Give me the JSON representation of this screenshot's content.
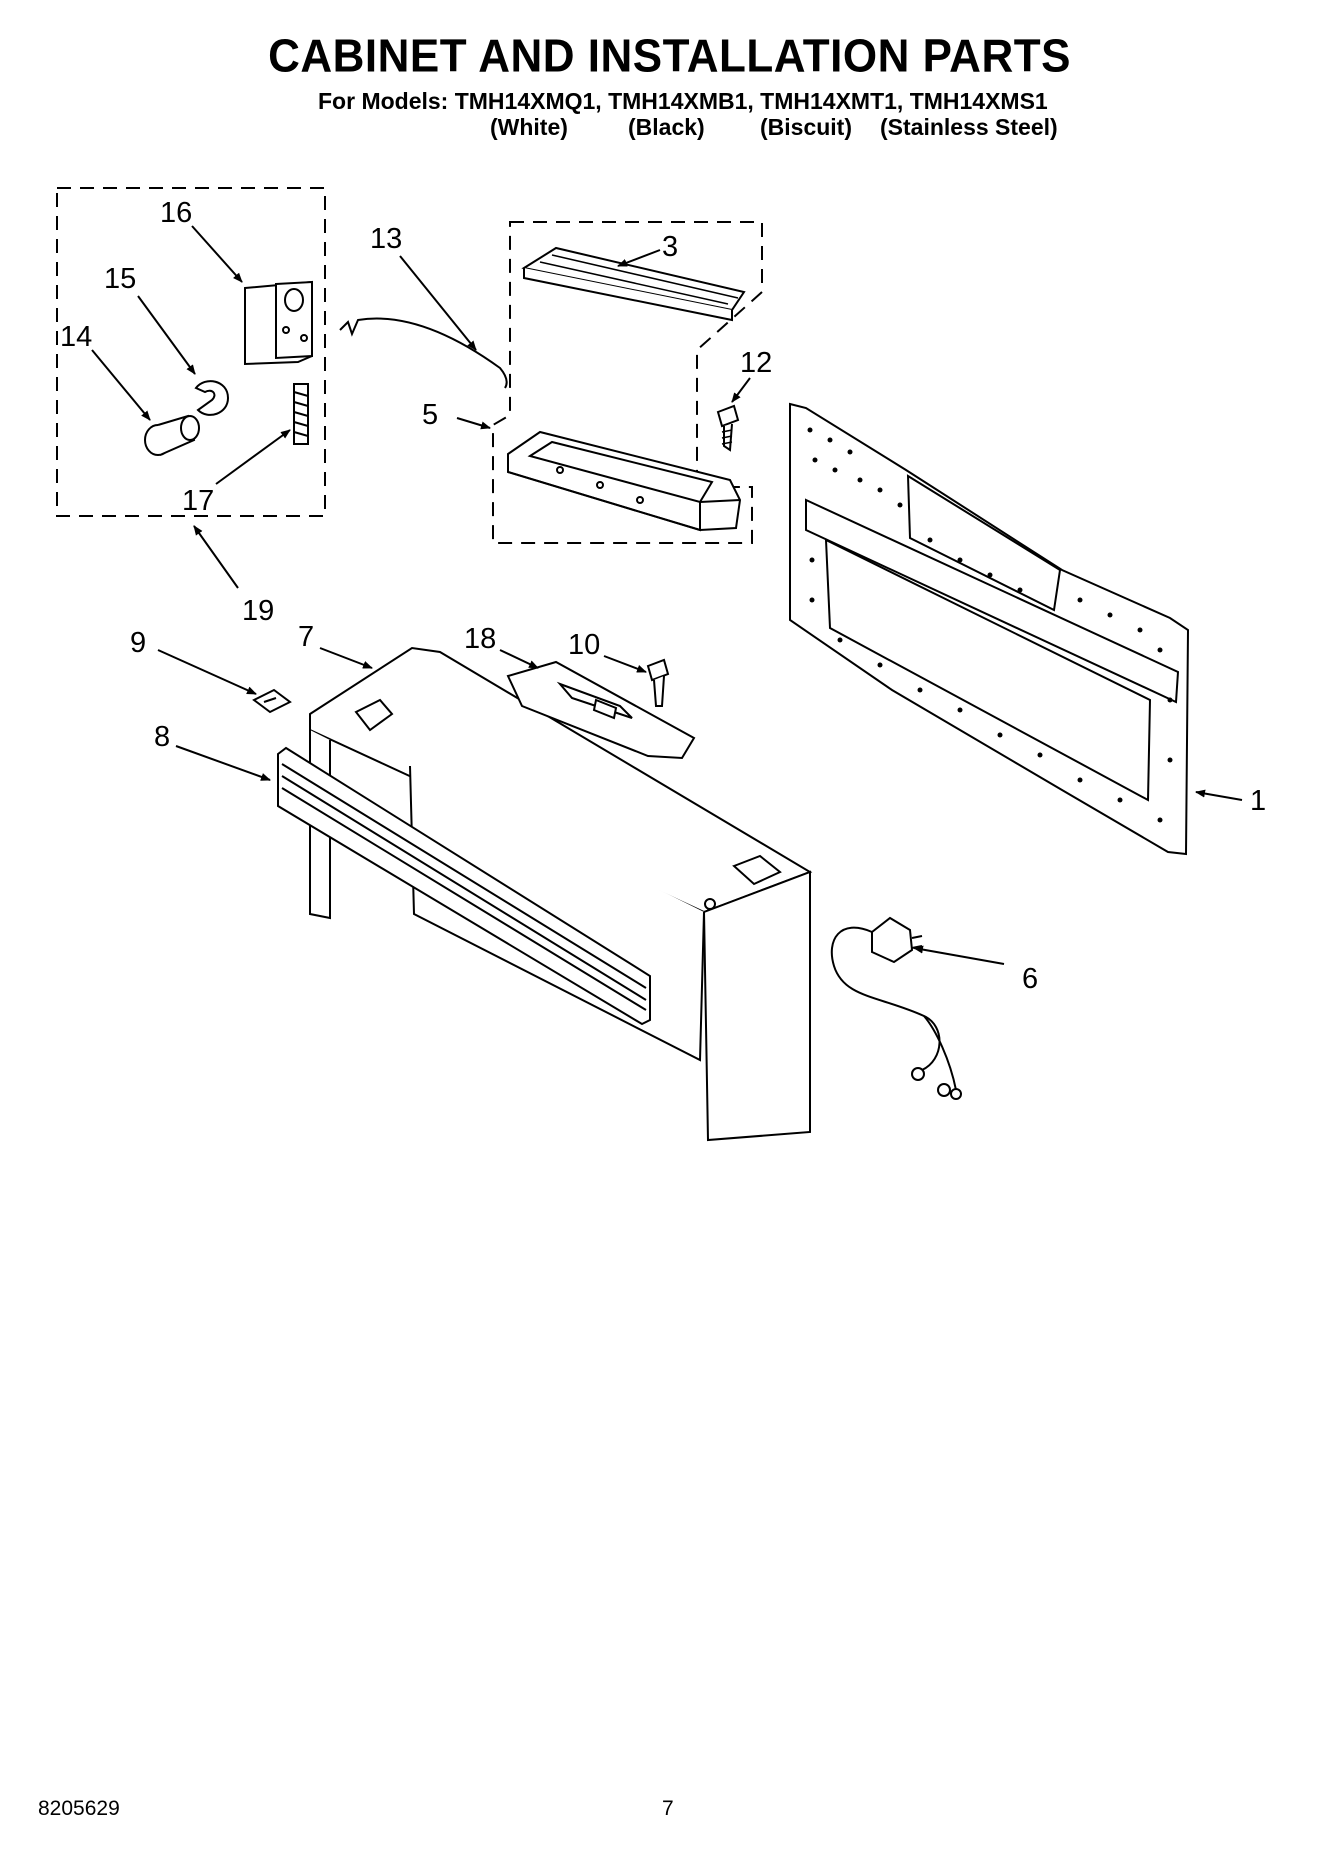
{
  "header": {
    "title": "CABINET AND INSTALLATION PARTS",
    "models_line": "For Models: TMH14XMQ1, TMH14XMB1, TMH14XMT1, TMH14XMS1",
    "colors": [
      "(White)",
      "(Black)",
      "(Biscuit)",
      "(Stainless Steel)"
    ]
  },
  "callouts": [
    "16",
    "15",
    "14",
    "13",
    "3",
    "12",
    "5",
    "17",
    "19",
    "9",
    "7",
    "18",
    "10",
    "8",
    "1",
    "6"
  ],
  "footer": {
    "doc_number": "8205629",
    "page": "7"
  }
}
